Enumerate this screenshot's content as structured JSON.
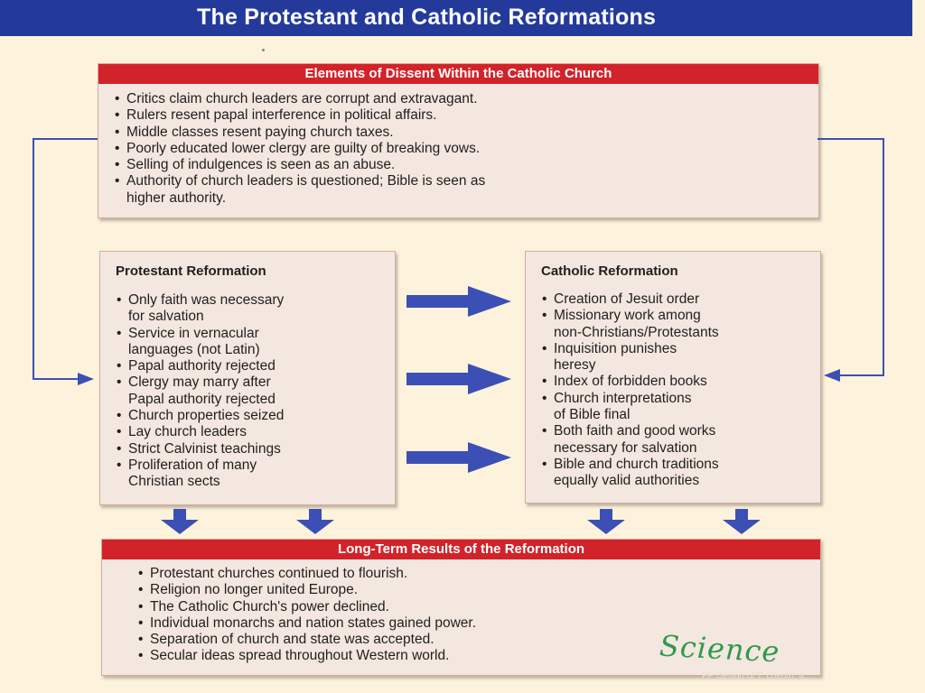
{
  "title": "The Protestant and Catholic Reformations",
  "dissent": {
    "heading": "Elements of Dissent Within the Catholic Church",
    "items": [
      "Critics claim church leaders are corrupt and extravagant.",
      "Rulers resent papal interference in political affairs.",
      "Middle classes resent paying church taxes.",
      "Poorly educated lower clergy are guilty of breaking vows.",
      "Selling of indulgences is seen as an abuse.",
      "Authority of church leaders is questioned; Bible is seen as\nhigher authority."
    ]
  },
  "protestant": {
    "heading": "Protestant Reformation",
    "items": [
      "Only faith was necessary\nfor salvation",
      "Service in vernacular\nlanguages (not Latin)",
      "Papal authority rejected",
      "Clergy may marry after\nPapal authority rejected",
      "Church properties seized",
      "Lay church leaders",
      "Strict Calvinist teachings",
      "Proliferation of many\nChristian sects"
    ]
  },
  "catholic": {
    "heading": "Catholic Reformation",
    "items": [
      "Creation of Jesuit order",
      "Missionary work among\nnon-Christians/Protestants",
      "Inquisition punishes\nheresy",
      "Index of forbidden books",
      "Church interpretations\nof Bible final",
      "Both faith and good works\nnecessary for salvation",
      "Bible and church traditions\nequally valid authorities"
    ]
  },
  "results": {
    "heading": "Long-Term Results of the Reformation",
    "items": [
      "Protestant churches continued to flourish.",
      "Religion no longer united Europe.",
      "The Catholic Church's power declined.",
      "Individual monarchs and nation states gained power.",
      "Separation of church and state was accepted.",
      "Secular ideas spread throughout Western world."
    ]
  },
  "signature": "Science",
  "watermark": "PP Design of T. Loegth, 4...",
  "colors": {
    "title_bar": "#233a9a",
    "header_red": "#d2232a",
    "arrow_blue": "#3c4fb5",
    "box_fill": "#f4e7df",
    "page_bg": "#fdf3dc"
  },
  "icons": [
    "arrow-right-icon",
    "arrow-down-icon",
    "connector-arrow-icon"
  ]
}
